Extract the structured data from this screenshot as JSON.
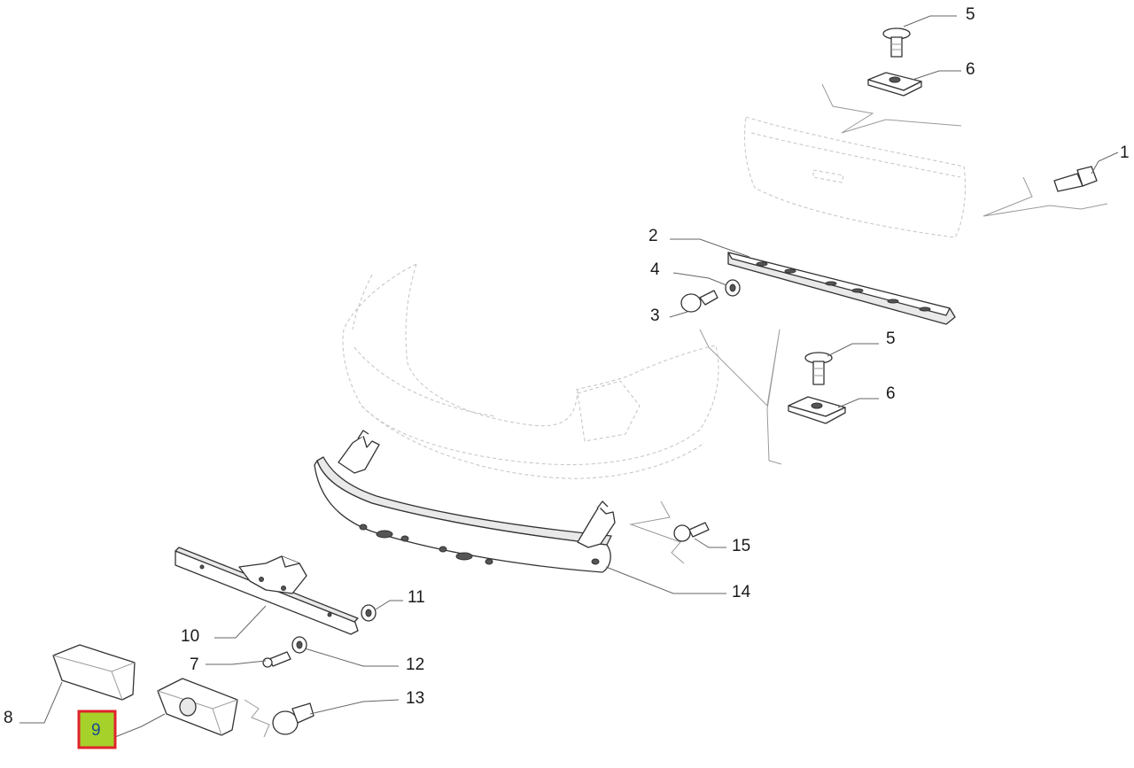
{
  "diagram": {
    "highlight": {
      "color": "#a6d12a",
      "border": "#e0232b"
    },
    "callouts": [
      {
        "id": "c5a",
        "label": "5"
      },
      {
        "id": "c6a",
        "label": "6"
      },
      {
        "id": "c1",
        "label": "1"
      },
      {
        "id": "c2",
        "label": "2"
      },
      {
        "id": "c4",
        "label": "4"
      },
      {
        "id": "c3",
        "label": "3"
      },
      {
        "id": "c5b",
        "label": "5"
      },
      {
        "id": "c6b",
        "label": "6"
      },
      {
        "id": "c15",
        "label": "15"
      },
      {
        "id": "c14",
        "label": "14"
      },
      {
        "id": "c11",
        "label": "11"
      },
      {
        "id": "c10",
        "label": "10"
      },
      {
        "id": "c7",
        "label": "7"
      },
      {
        "id": "c12",
        "label": "12"
      },
      {
        "id": "c13",
        "label": "13"
      },
      {
        "id": "c8",
        "label": "8"
      },
      {
        "id": "c9",
        "label": "9",
        "highlighted": true
      }
    ]
  }
}
